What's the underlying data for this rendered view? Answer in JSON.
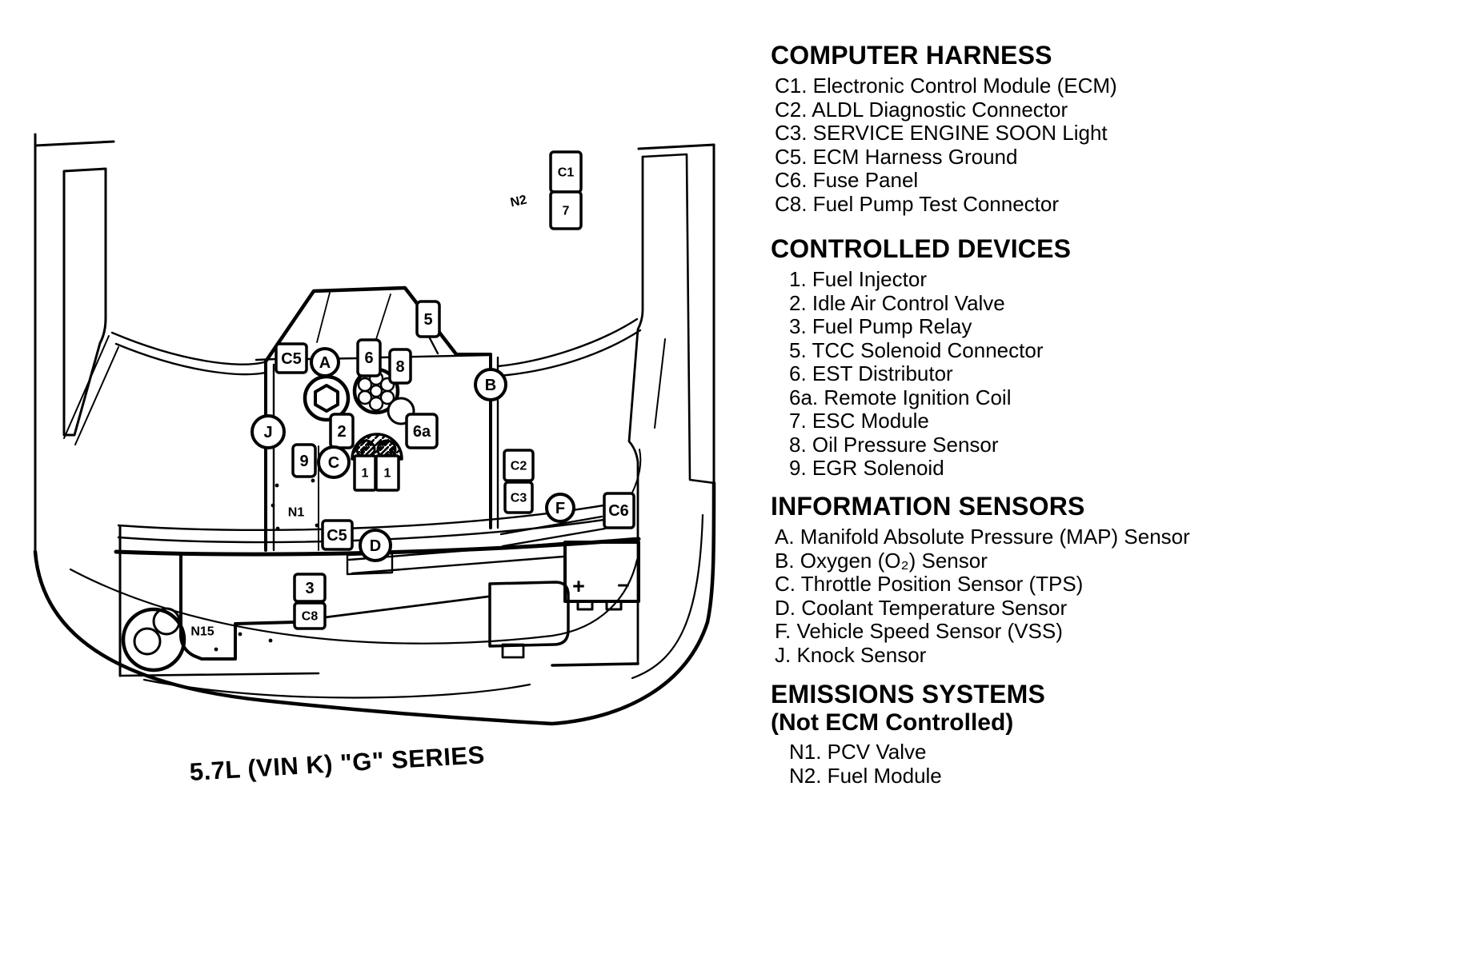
{
  "page": {
    "background": "#ffffff",
    "ink": "#000000"
  },
  "diagram": {
    "caption": "5.7L (VIN K) \"G\" SERIES",
    "boxes": [
      "C1",
      "7",
      "5",
      "C5",
      "6",
      "8",
      "2",
      "6a",
      "9",
      "1",
      "1",
      "C2",
      "C3",
      "C6",
      "C5",
      "3",
      "C8"
    ],
    "circles": [
      "A",
      "J",
      "C",
      "B",
      "F",
      "D"
    ],
    "labels": {
      "n2": "N2",
      "n1": "N1",
      "n15": "N15",
      "battery_plus": "+",
      "battery_minus": "−"
    }
  },
  "legend": {
    "sections": [
      {
        "title": "COMPUTER HARNESS",
        "items": [
          "C1. Electronic Control Module (ECM)",
          "C2. ALDL Diagnostic Connector",
          "C3. SERVICE ENGINE SOON Light",
          "C5. ECM Harness Ground",
          "C6. Fuse Panel",
          "C8. Fuel Pump Test Connector"
        ]
      },
      {
        "title": "CONTROLLED DEVICES",
        "items": [
          "1. Fuel Injector",
          "2. Idle Air Control Valve",
          "3. Fuel Pump Relay",
          "5. TCC Solenoid Connector",
          "6. EST Distributor",
          "6a. Remote Ignition Coil",
          "7. ESC Module",
          "8. Oil Pressure Sensor",
          "9. EGR Solenoid"
        ]
      },
      {
        "title": "INFORMATION SENSORS",
        "items": [
          "A. Manifold Absolute Pressure (MAP) Sensor",
          "B. Oxygen (O₂) Sensor",
          "C. Throttle Position Sensor (TPS)",
          "D. Coolant Temperature Sensor",
          "F. Vehicle Speed Sensor (VSS)",
          "J. Knock Sensor"
        ]
      },
      {
        "title": "EMISSIONS SYSTEMS",
        "subtitle": "(Not ECM Controlled)",
        "items": [
          "N1. PCV Valve",
          "N2. Fuel Module"
        ]
      }
    ]
  }
}
